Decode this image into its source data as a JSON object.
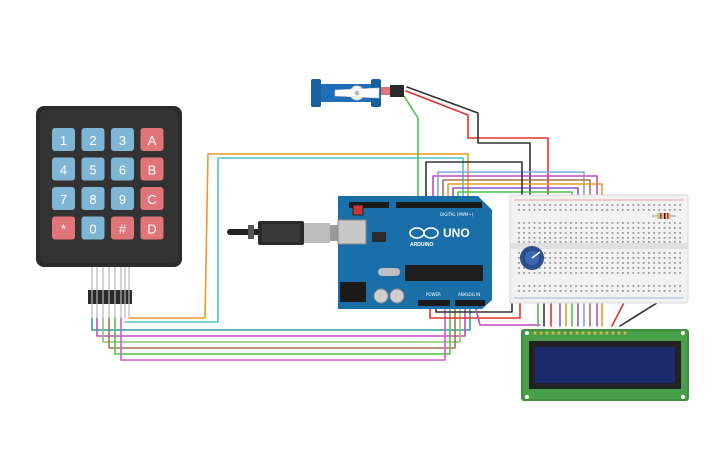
{
  "keypad": {
    "keys": [
      [
        "1",
        "2",
        "3",
        "A"
      ],
      [
        "4",
        "5",
        "6",
        "B"
      ],
      [
        "7",
        "8",
        "9",
        "C"
      ],
      [
        "*",
        "0",
        "#",
        "D"
      ]
    ]
  },
  "arduino": {
    "uno_label": "UNO",
    "brand_label": "ARDUINO",
    "digital_label": "DIGITAL (PWM~)",
    "power_label": "POWER",
    "analog_label": "ANALOG IN"
  },
  "colors": {
    "board": "#1a6fa8",
    "keypad_body": "#2b2b2b",
    "key_blue": "#7fb6d6",
    "key_red": "#e07478",
    "lcd_green": "#3f8f3f",
    "lcd_screen": "#1b2a6a",
    "breadboard": "#f2f2f2"
  }
}
